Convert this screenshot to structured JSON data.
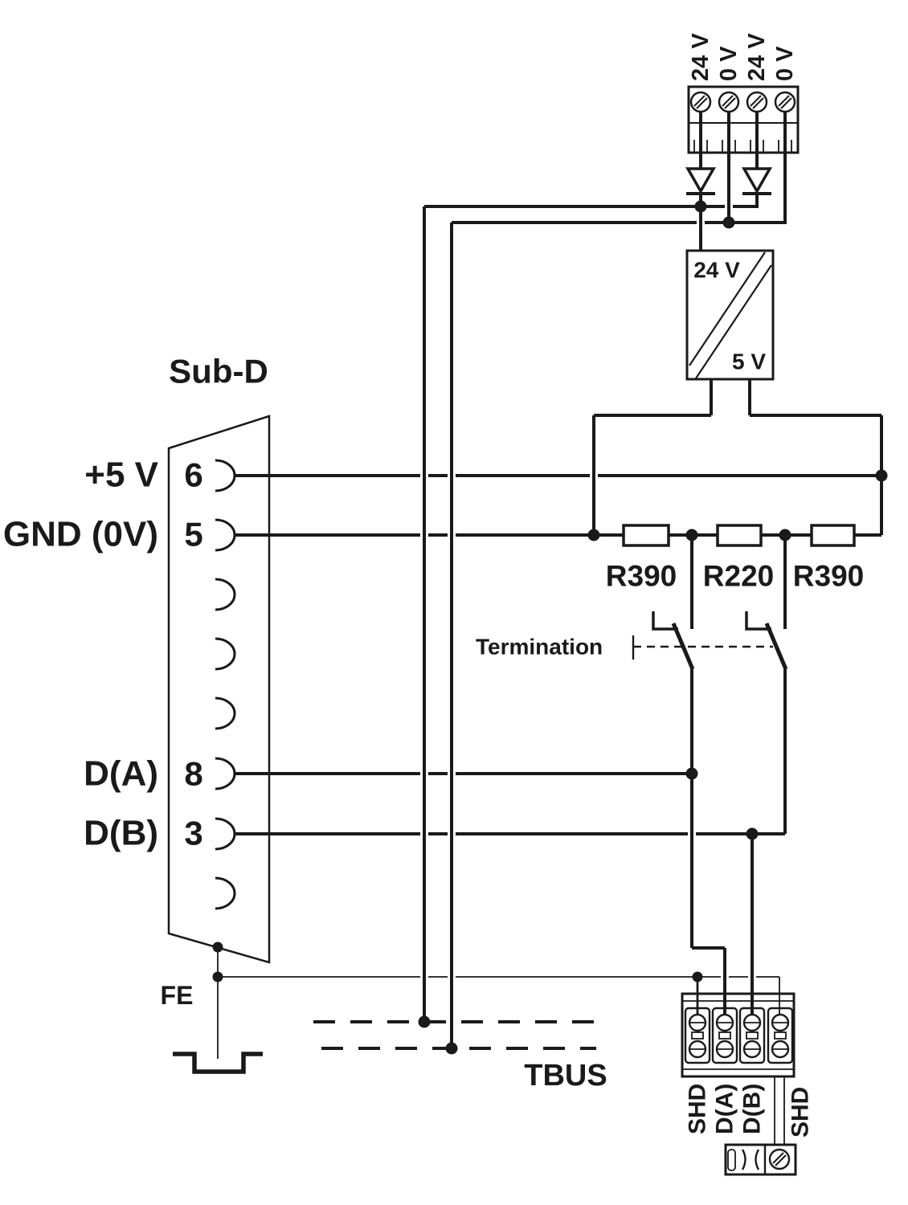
{
  "colors": {
    "line": "#1a1a1a",
    "background": "#ffffff"
  },
  "top_block": {
    "terminals": [
      {
        "label": "24 V"
      },
      {
        "label": "0 V"
      },
      {
        "label": "24 V"
      },
      {
        "label": "0 V"
      }
    ]
  },
  "supply": {
    "input": "24 V",
    "output": "5 V"
  },
  "subd": {
    "title": "Sub-D",
    "pins": [
      {
        "name": "+5 V",
        "num": "6"
      },
      {
        "name": "GND (0V)",
        "num": "5"
      },
      {
        "name": "D(A)",
        "num": "8"
      },
      {
        "name": "D(B)",
        "num": "3"
      }
    ]
  },
  "resistors": [
    {
      "label": "R390"
    },
    {
      "label": "R220"
    },
    {
      "label": "R390"
    }
  ],
  "termination": {
    "label": "Termination"
  },
  "fe": {
    "label": "FE"
  },
  "tbus": {
    "label": "TBUS"
  },
  "bottom_block": {
    "terminals": [
      {
        "label": "SHD"
      },
      {
        "label": "D(A)"
      },
      {
        "label": "D(B)"
      },
      {
        "label": "SHD"
      }
    ]
  }
}
